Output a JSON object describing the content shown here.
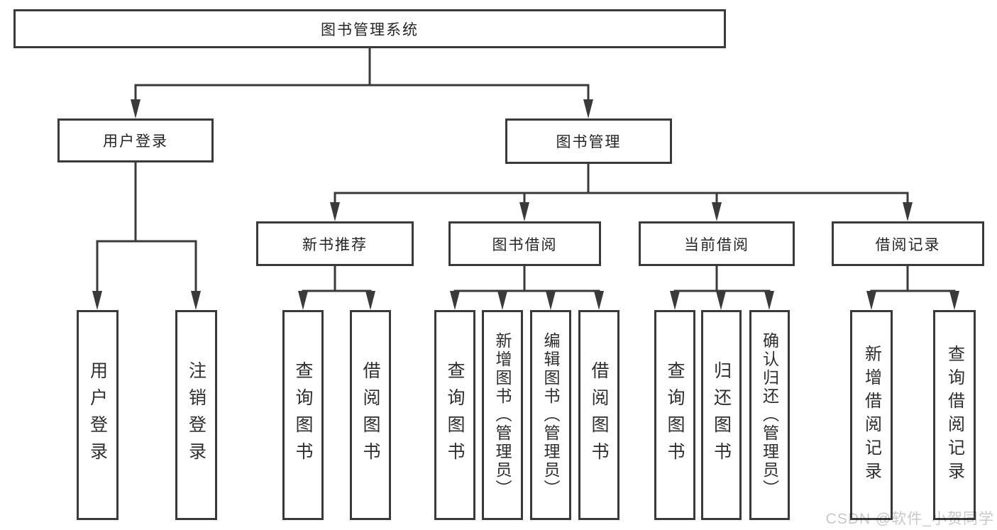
{
  "colors": {
    "line": "#3a3a3a",
    "box_border": "#3a3a3a",
    "box_fill": "#ffffff",
    "label_text": "#242424",
    "watermark_text": "#c8c8c8",
    "background": "#ffffff"
  },
  "tree": {
    "root": {
      "label": "图书管理系统"
    },
    "level2": {
      "user_login": {
        "label": "用户登录"
      },
      "book_mgmt": {
        "label": "图书管理"
      }
    },
    "level3": {
      "new_book": {
        "label": "新书推荐"
      },
      "book_borrow": {
        "label": "图书借阅"
      },
      "current_borrow": {
        "label": "当前借阅"
      },
      "borrow_records": {
        "label": "借阅记录"
      }
    },
    "leaves": {
      "user_login": {
        "label": "用户登录"
      },
      "logout": {
        "label": "注销登录"
      },
      "newbook_query": {
        "label": "查询图书"
      },
      "newbook_borrow": {
        "label": "借阅图书"
      },
      "borrow_query": {
        "label": "查询图书"
      },
      "borrow_add": {
        "label": "新增图书（管理员）"
      },
      "borrow_edit": {
        "label": "编辑图书（管理员）"
      },
      "borrow_borrow": {
        "label": "借阅图书"
      },
      "current_query": {
        "label": "查询图书"
      },
      "current_return": {
        "label": "归还图书"
      },
      "current_confirm": {
        "label": "确认归还（管理员）"
      },
      "records_add": {
        "label": "新增借阅记录"
      },
      "records_query": {
        "label": "查询借阅记录"
      }
    }
  },
  "watermark": {
    "text": "CSDN @软件_小贺同学"
  }
}
